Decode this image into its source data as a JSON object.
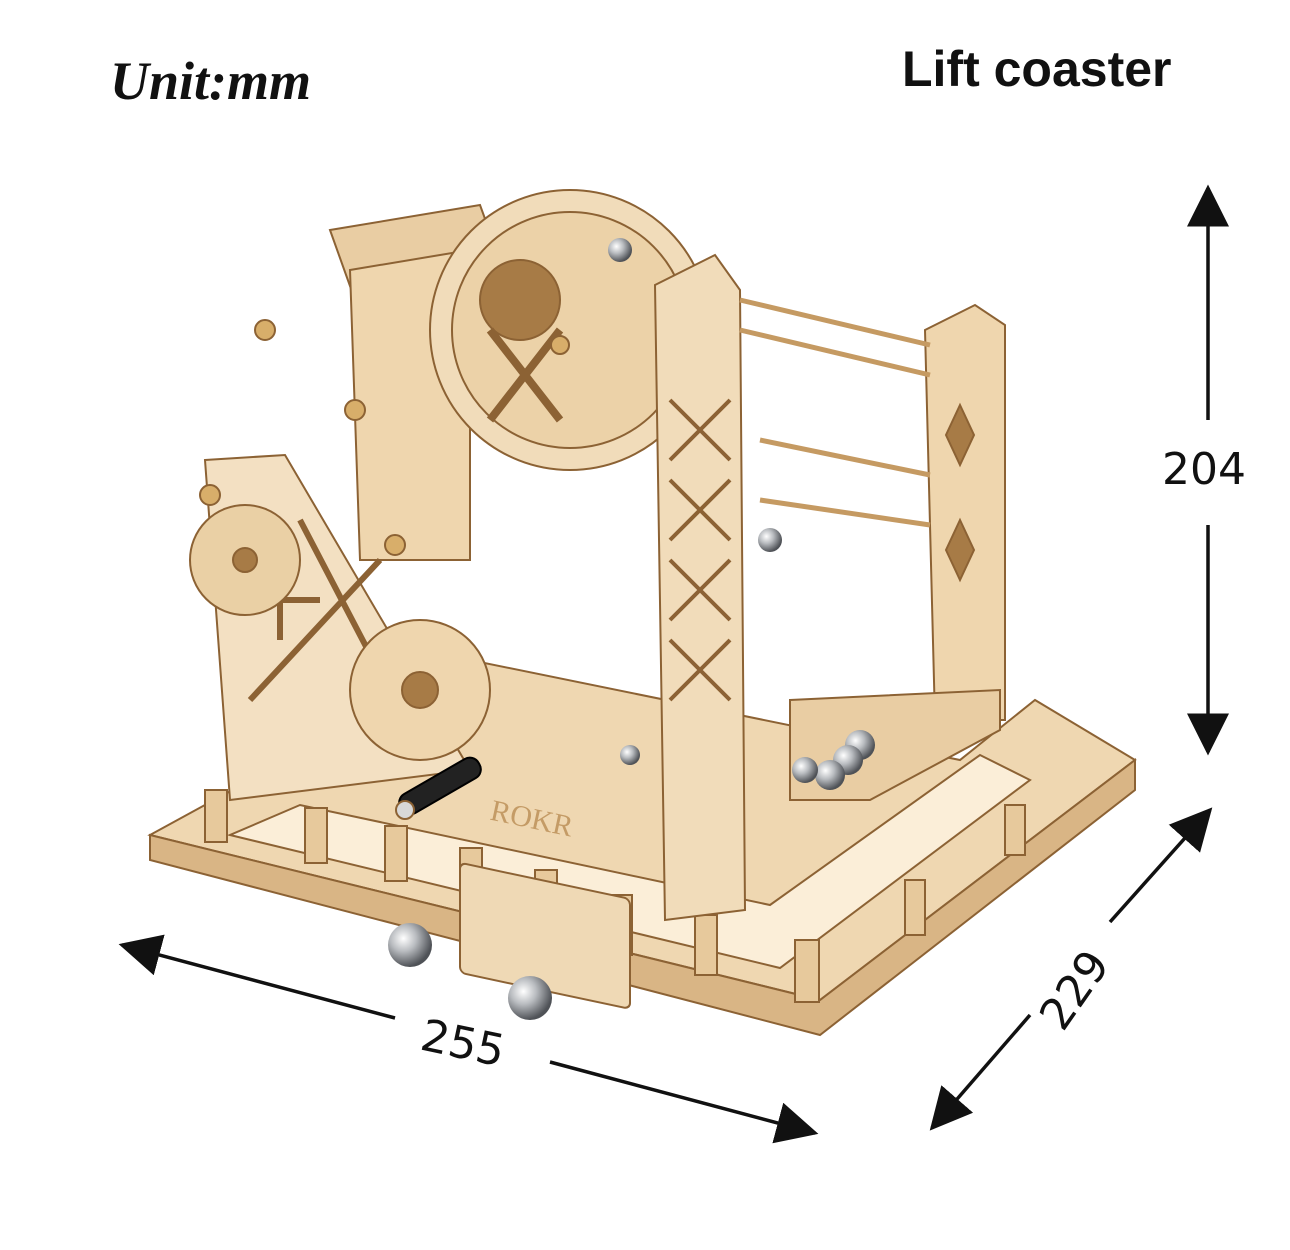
{
  "unit_label": "Unit:mm",
  "title": "Lift coaster",
  "dimensions": {
    "height": "204",
    "width": "255",
    "depth": "229"
  },
  "product": {
    "brand_stamp": "ROKR",
    "description_icon": "wooden-marble-run-model"
  },
  "colors": {
    "wood_light": "#f1dcba",
    "wood_mid": "#e3c496",
    "wood_dark": "#a77b46",
    "metal": "#c9ccd0"
  }
}
